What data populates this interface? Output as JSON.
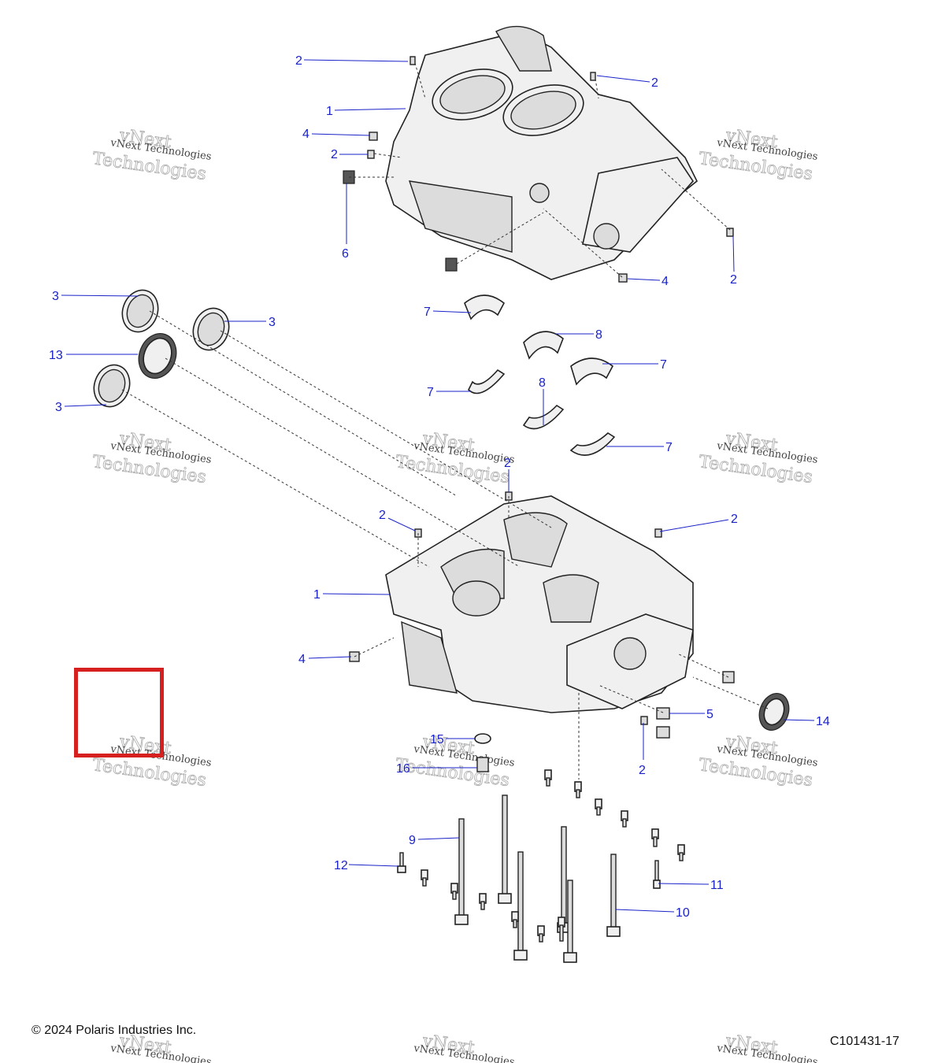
{
  "callouts": [
    {
      "label": "2"
    },
    {
      "label": "2"
    },
    {
      "label": "1"
    },
    {
      "label": "4"
    },
    {
      "label": "2"
    },
    {
      "label": "6"
    },
    {
      "label": "4"
    },
    {
      "label": "2"
    },
    {
      "label": "3"
    },
    {
      "label": "3"
    },
    {
      "label": "13"
    },
    {
      "label": "3"
    },
    {
      "label": "7"
    },
    {
      "label": "8"
    },
    {
      "label": "7"
    },
    {
      "label": "7"
    },
    {
      "label": "8"
    },
    {
      "label": "7"
    },
    {
      "label": "2"
    },
    {
      "label": "2"
    },
    {
      "label": "2"
    },
    {
      "label": "1"
    },
    {
      "label": "4"
    },
    {
      "label": "5"
    },
    {
      "label": "14"
    },
    {
      "label": "2"
    },
    {
      "label": "15"
    },
    {
      "label": "16"
    },
    {
      "label": "9"
    },
    {
      "label": "11"
    },
    {
      "label": "12"
    },
    {
      "label": "10"
    }
  ],
  "watermark": {
    "line1": "vNext Technologies",
    "line2": "vNext",
    "line3": "Technologies"
  },
  "footer": {
    "copyright": "© 2024 Polaris Industries Inc.",
    "figure_id": "C101431-17"
  },
  "colors": {
    "callout": "#1a22c8",
    "selection": "#d62020"
  }
}
